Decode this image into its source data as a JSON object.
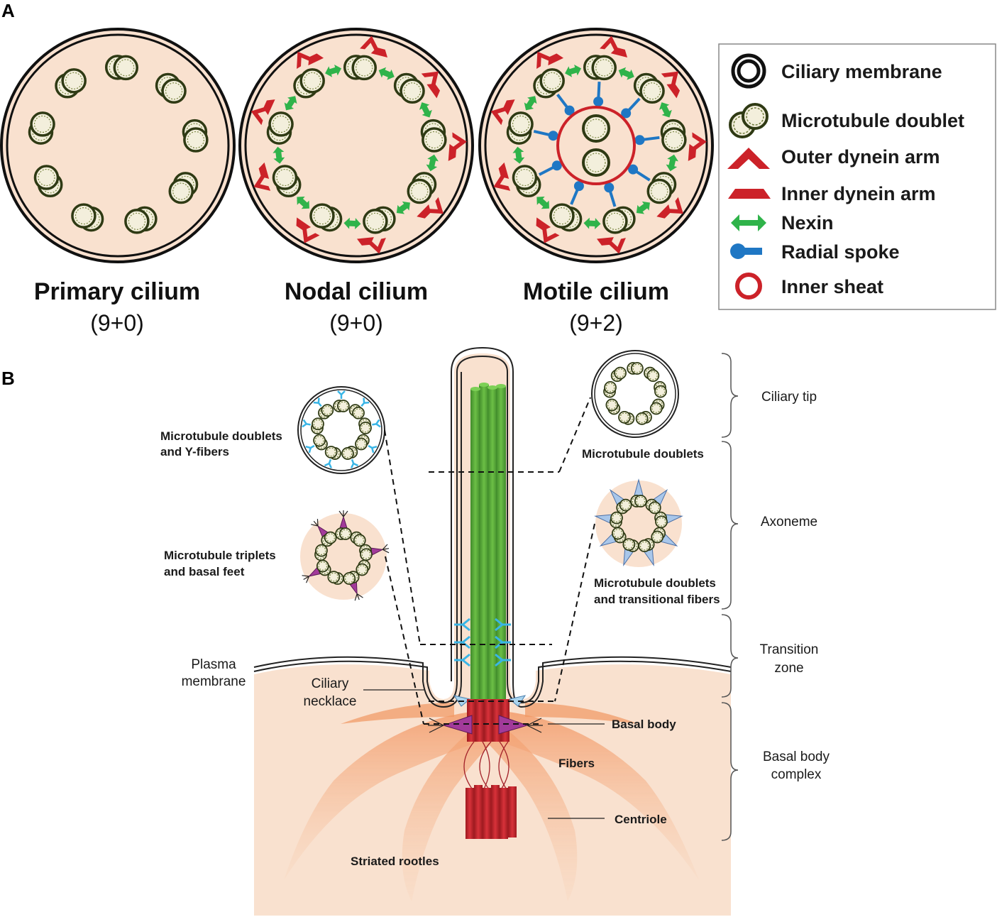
{
  "panel_a": {
    "letter": "A",
    "cross_sections": [
      {
        "title": "Primary cilium",
        "formula": "(9+0)"
      },
      {
        "title": "Nodal cilium",
        "formula": "(9+0)"
      },
      {
        "title": "Motile cilium",
        "formula": "(9+2)"
      }
    ],
    "legend": [
      {
        "icon": "ciliary-membrane-icon",
        "label": "Ciliary membrane"
      },
      {
        "icon": "microtubule-doublet-icon",
        "label": "Microtubule doublet"
      },
      {
        "icon": "outer-dynein-arm-icon",
        "label": "Outer dynein arm"
      },
      {
        "icon": "inner-dynein-arm-icon",
        "label": "Inner dynein arm"
      },
      {
        "icon": "nexin-icon",
        "label": "Nexin"
      },
      {
        "icon": "radial-spoke-icon",
        "label": "Radial spoke"
      },
      {
        "icon": "inner-sheat-icon",
        "label": "Inner sheat"
      }
    ]
  },
  "panel_b": {
    "letter": "B",
    "inset_labels": {
      "y_fibers": [
        "Microtubule doublets",
        "and Y-fibers"
      ],
      "basal_feet": [
        "Microtubule triplets",
        "and basal feet"
      ],
      "tip_doublets": "Microtubule doublets",
      "transitional_fibers": [
        "Microtubule doublets",
        "and transitional fibers"
      ]
    },
    "structure_labels": {
      "plasma_membrane": [
        "Plasma",
        "membrane"
      ],
      "ciliary_necklace": [
        "Ciliary",
        "necklace"
      ],
      "basal_body": "Basal body",
      "fibers": "Fibers",
      "centriole": "Centriole",
      "striated_rootles": "Striated rootles"
    },
    "regions": [
      {
        "label": [
          "Ciliary tip"
        ]
      },
      {
        "label": [
          "Axoneme"
        ]
      },
      {
        "label": [
          "Transition",
          "zone"
        ]
      },
      {
        "label": [
          "Basal body",
          "complex"
        ]
      }
    ]
  },
  "colors": {
    "cytoplasm": "#f9e1cf",
    "doublet_fill": "#f3efdc",
    "doublet_stroke": "#2f3a14",
    "dynein": "#cc2229",
    "nexin": "#2fb34a",
    "radial_spoke": "#1f77c4",
    "axoneme": "#5aa33c",
    "basal_body": "#c8232b",
    "y_fiber": "#39b5e6",
    "basal_feet": "#a23a9a",
    "fibers": "#f3a77b"
  }
}
